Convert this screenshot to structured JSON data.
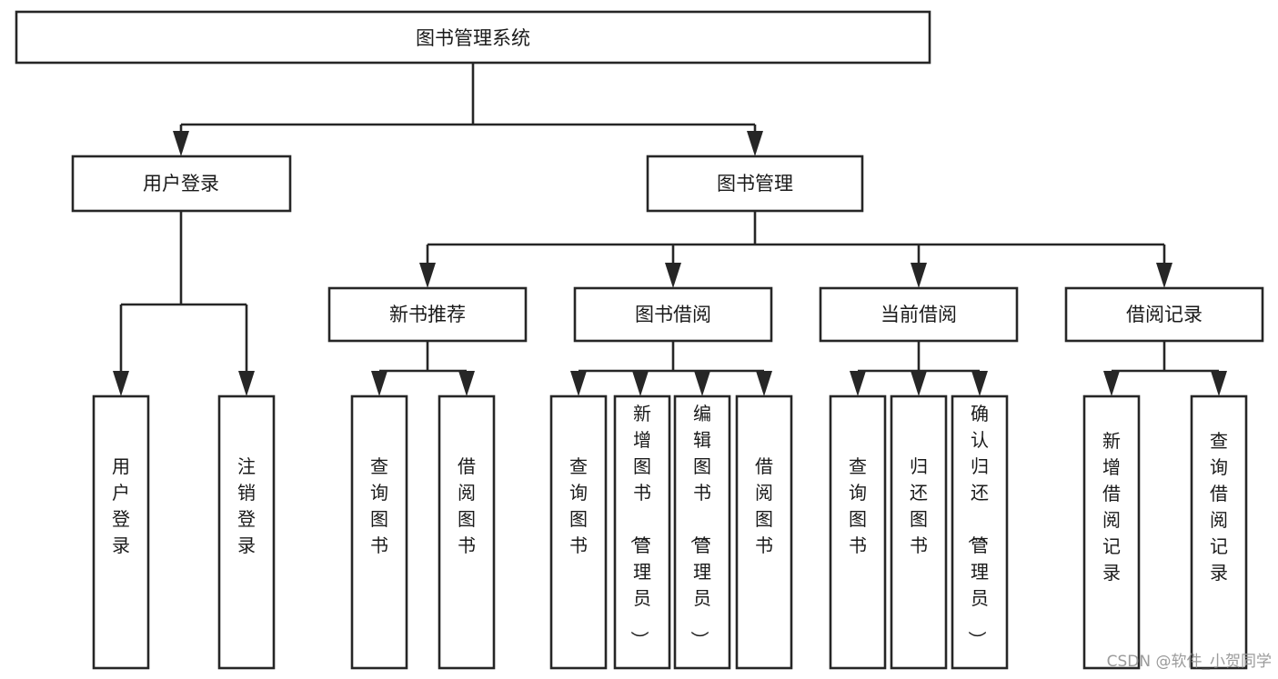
{
  "diagram": {
    "title": "图书管理系统",
    "type": "functional-structure-tree",
    "orientation": "top-down",
    "background_color": "#ffffff",
    "line_color": "#262626",
    "box_fill": "#ffffff",
    "text_color": "#1a1a1a"
  },
  "root": {
    "label": "图书管理系统"
  },
  "level1": [
    {
      "label": "用户登录"
    },
    {
      "label": "图书管理"
    }
  ],
  "level2": [
    {
      "label": "新书推荐"
    },
    {
      "label": "图书借阅"
    },
    {
      "label": "当前借阅"
    },
    {
      "label": "借阅记录"
    }
  ],
  "leaves": {
    "user_login": [
      {
        "label": "用户登录"
      },
      {
        "label": "注销登录"
      }
    ],
    "new_book_recommend": [
      {
        "label": "查询图书"
      },
      {
        "label": "借阅图书"
      }
    ],
    "book_borrow": [
      {
        "label": "查询图书"
      },
      {
        "label": "新增图书（管理员）"
      },
      {
        "label": "编辑图书（管理员）"
      },
      {
        "label": "借阅图书"
      }
    ],
    "current_borrow": [
      {
        "label": "查询图书"
      },
      {
        "label": "归还图书"
      },
      {
        "label": "确认归还（管理员）"
      }
    ],
    "borrow_record": [
      {
        "label": "新增借阅记录"
      },
      {
        "label": "查询借阅记录"
      }
    ]
  },
  "watermark": {
    "text": "CSDN @软件_小贺同学"
  }
}
